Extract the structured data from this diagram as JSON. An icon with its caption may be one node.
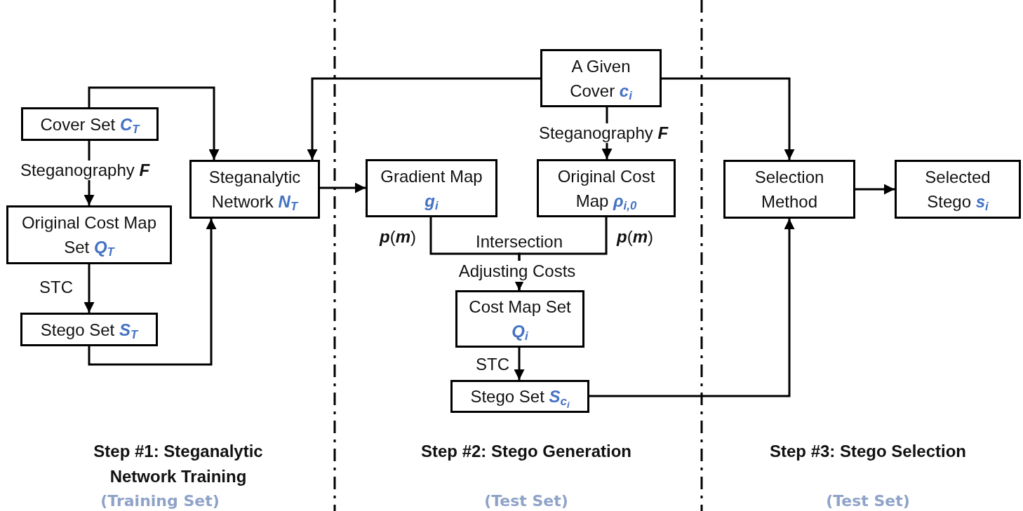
{
  "diagram": {
    "nodes": [
      {
        "text": [
          "Cover Set **C**$_{T}$"
        ]
      },
      {
        "text": [
          "Original Cost Map Set **Q**$_{T}$"
        ]
      },
      {
        "text": [
          "Stego Set **S**$_{T}$"
        ]
      },
      {
        "text": [
          "Steganalytic Network **N**$_{T}$"
        ]
      },
      {
        "text": [
          "A Given Cover **c**$_{i}$"
        ]
      },
      {
        "text": [
          "Gradient Map **g**$_{i}$"
        ]
      },
      {
        "text": [
          "Original Cost Map **ρ**$_{i,0}$"
        ]
      },
      {
        "text": [
          "Cost Map Set **Q**$_{i}$"
        ]
      },
      {
        "text": [
          "Stego Set **S**$_{c}$$_{i}$"
        ]
      },
      {
        "text": [
          "Selection Method"
        ]
      },
      {
        "text": [
          "Selected Stego **s**$_{i}$"
        ]
      }
    ],
    "edges": [
      {
        "from": 0,
        "to": 3,
        "arrow": "to"
      },
      {
        "from": 0,
        "to": 1,
        "arrow": "to",
        "label": "Steganography **F**"
      },
      {
        "from": 1,
        "to": 2,
        "arrow": "to",
        "label": "STC"
      },
      {
        "from": 2,
        "to": 3,
        "arrow": "to"
      },
      {
        "from": 4,
        "to": 3,
        "arrow": "to"
      },
      {
        "from": 4,
        "to": 9,
        "arrow": "to"
      },
      {
        "from": 3,
        "to": 5,
        "arrow": "to"
      },
      {
        "from": 4,
        "to": 6,
        "arrow": "to",
        "label": "Steganography **F**"
      },
      {
        "from": 5,
        "to": 7,
        "arrow": "to",
        "label": "**p**(**m**)"
      },
      {
        "from": 6,
        "to": 7,
        "arrow": "to",
        "label": "**p**(**m**)"
      },
      {
        "from": 7,
        "to": 8,
        "arrow": "to",
        "label": "STC"
      },
      {
        "from": 8,
        "to": 9,
        "arrow": "to"
      },
      {
        "from": 9,
        "to": 10,
        "arrow": "to"
      }
    ],
    "labels": [
      "Intersection",
      "Adjusting Costs",
      "Step #1: Steganalytic Network Training",
      "(Training Set)",
      "Step #2: Stego Generation",
      "(Test Set)",
      "Step #3: Stego Selection",
      "(Test Set)"
    ]
  }
}
